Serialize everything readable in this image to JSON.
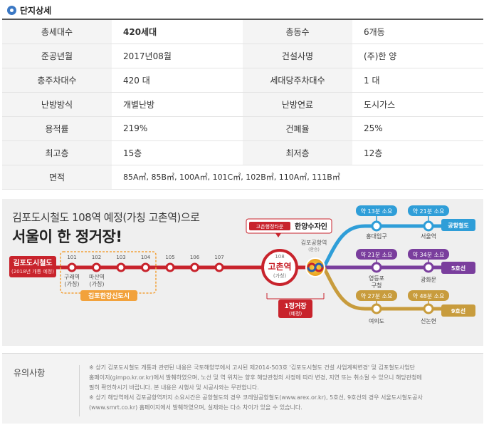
{
  "section": {
    "title": "단지상세"
  },
  "rows": [
    {
      "l1": "총세대수",
      "v1": "420세대",
      "l2": "총동수",
      "v2": "6개동"
    },
    {
      "l1": "준공년월",
      "v1": "2017년08월",
      "l2": "건설사명",
      "v2": "(주)한 양"
    },
    {
      "l1": "총주차대수",
      "v1": "420 대",
      "l2": "세대당주차대수",
      "v2": "1 대"
    },
    {
      "l1": "난방방식",
      "v1": "개별난방",
      "l2": "난방연료",
      "v2": "도시가스"
    },
    {
      "l1": "용적률",
      "v1": "219%",
      "l2": "건폐율",
      "v2": "25%"
    },
    {
      "l1": "최고층",
      "v1": "15층",
      "l2": "최저층",
      "v2": "12층"
    }
  ],
  "area_row": {
    "label": "면적",
    "value": "85A㎡, 85B㎡, 100A㎡, 101C㎡, 102B㎡, 110A㎡, 111B㎡"
  },
  "map": {
    "headline1": "김포도시철도 108역 예정(가칭 고촌역)으로",
    "headline2": "서울이 한 정거장!",
    "line_label": "김포도시철도",
    "line_sub": "(2018년 개통 예정)",
    "stations": [
      "101",
      "102",
      "103",
      "104",
      "105",
      "106",
      "107"
    ],
    "st101_name": "구래역",
    "st101_sub": "(가칭)",
    "st102_name": "마산역",
    "st102_sub": "(가칭)",
    "newtown_label": "김포한강신도시",
    "goc_num": "108",
    "goc_name": "고촌역",
    "goc_sub": "(가칭)",
    "one_stop": "1정거장",
    "one_stop_sub": "(예정)",
    "brand_badge": "고촌행정타운",
    "brand_name": "한양수자인",
    "airport_station": "김포공항역",
    "airport_sub": "(환승)",
    "time_hongdae": "약 13분 소요",
    "time_seoul": "약 21분 소요",
    "time_yeongdeungpo": "약 21분 소요",
    "time_gwanghwamun": "약 34분 소요",
    "time_yeouido": "약 27분 소요",
    "time_sinnonhyeon": "약 48분 소요",
    "st_hongdae": "홍대입구",
    "st_seoul": "서울역",
    "st_yeongdeungpo1": "영등포",
    "st_yeongdeungpo2": "구청",
    "st_gwanghwamun": "광화문",
    "st_yeouido": "여의도",
    "st_sinnonhyeon": "신논현",
    "line_airport": "공항철도",
    "line_5": "5호선",
    "line_9": "9호선",
    "colors": {
      "red": "#c8232c",
      "orange": "#f2a23c",
      "blue": "#2f9ed8",
      "purple": "#7a3e9d",
      "gold": "#c89c3d"
    }
  },
  "notes": {
    "title": "유의사항",
    "l1": "※ 상기 김포도시철도 개통과 관련된 내용은 국토해양부에서 고시된 제2014-503호 '김포도시철도 건설 사업계획변경' 및 김포철도사업단",
    "l2": "홈페이지(gimpo.kr.or.kr)에서 발췌하였으며, 노선 및 역 위치는 향후 해당관청의 사정에 따라 변경, 지연 또는 취소될 수 있으니 해당관청에",
    "l3": "필히 확인하시기 바랍니다. 본 내용은 시행사 및 시공사와는 무관합니다.",
    "l4": "※ 상기 해당역에서 김포공항역까지 소요시간은 공항철도의 경우 코레일공항철도(www.arex.or.kr), 5호선, 9호선의 경우 서울도시철도공사",
    "l5": "(www.smrt.co.kr) 홈페이지에서 발췌하였으며, 실제와는 다소 차이가 있을 수 있습니다."
  }
}
